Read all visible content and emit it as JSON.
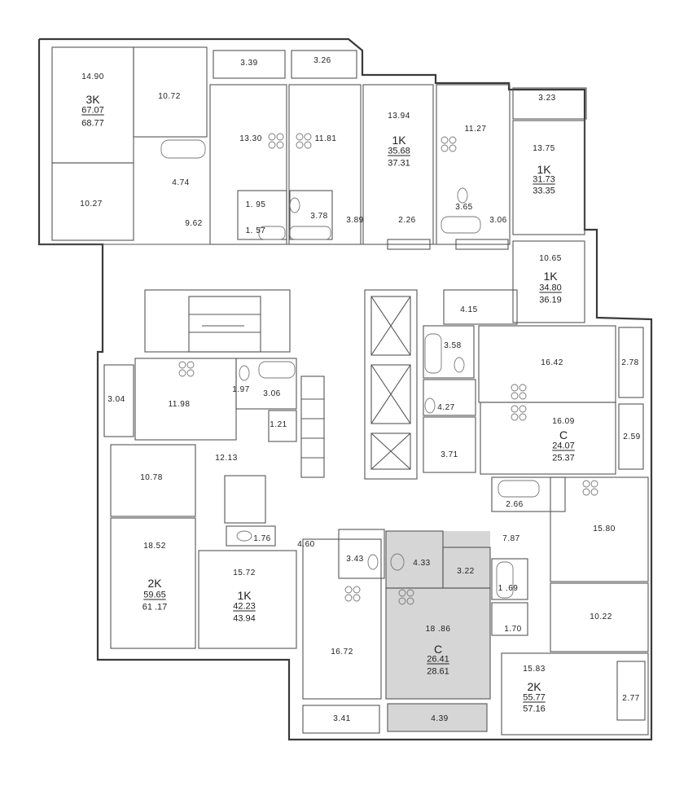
{
  "palette": {
    "wall": "#3a3a3a",
    "highlight": "#d6d6d6",
    "background": "#ffffff"
  },
  "apartments": [
    {
      "id": "nw-3k",
      "code": "3K",
      "living": "67.07",
      "total": "68.77"
    },
    {
      "id": "n-1k-a",
      "code": "1K",
      "living": "35.68",
      "total": "37.31"
    },
    {
      "id": "ne-1k-a",
      "code": "1K",
      "living": "31.73",
      "total": "33.35"
    },
    {
      "id": "ne-1k-b",
      "code": "1K",
      "living": "34.80",
      "total": "36.19"
    },
    {
      "id": "e-studio",
      "code": "C",
      "living": "24.07",
      "total": "25.37"
    },
    {
      "id": "sw-2k",
      "code": "2K",
      "living": "59.65",
      "total": "61 .17"
    },
    {
      "id": "s-1k",
      "code": "1K",
      "living": "42.23",
      "total": "43.94"
    },
    {
      "id": "s-studio",
      "code": "C",
      "living": "26.41",
      "total": "28.61"
    },
    {
      "id": "se-2k",
      "code": "2K",
      "living": "55.77",
      "total": "57.16"
    }
  ],
  "rooms": [
    "14.90",
    "10.72",
    "3.39",
    "3.26",
    "13.30",
    "11.81",
    "13.94",
    "11.27",
    "3.23",
    "13.75",
    "10.27",
    "4.74",
    "1. 95",
    "1. 57",
    "9.62",
    "3.78",
    "3.89",
    "2.26",
    "3.65",
    "3.06",
    "10.65",
    "4.15",
    "3.58",
    "16.42",
    "2.78",
    "11.98",
    "1.97",
    "3.06",
    "3.04",
    "1.21",
    "4.27",
    "16.09",
    "2.59",
    "12.13",
    "3.71",
    "10.78",
    "2.66",
    "15.80",
    "18.52",
    "1.76",
    "4.60",
    "3.43",
    "4.33",
    "3.22",
    "7.87",
    "15.72",
    "18 .86",
    "1 .69",
    "1.70",
    "10.22",
    "16.72",
    "15.83",
    "2.77",
    "3.41",
    "4.39"
  ]
}
